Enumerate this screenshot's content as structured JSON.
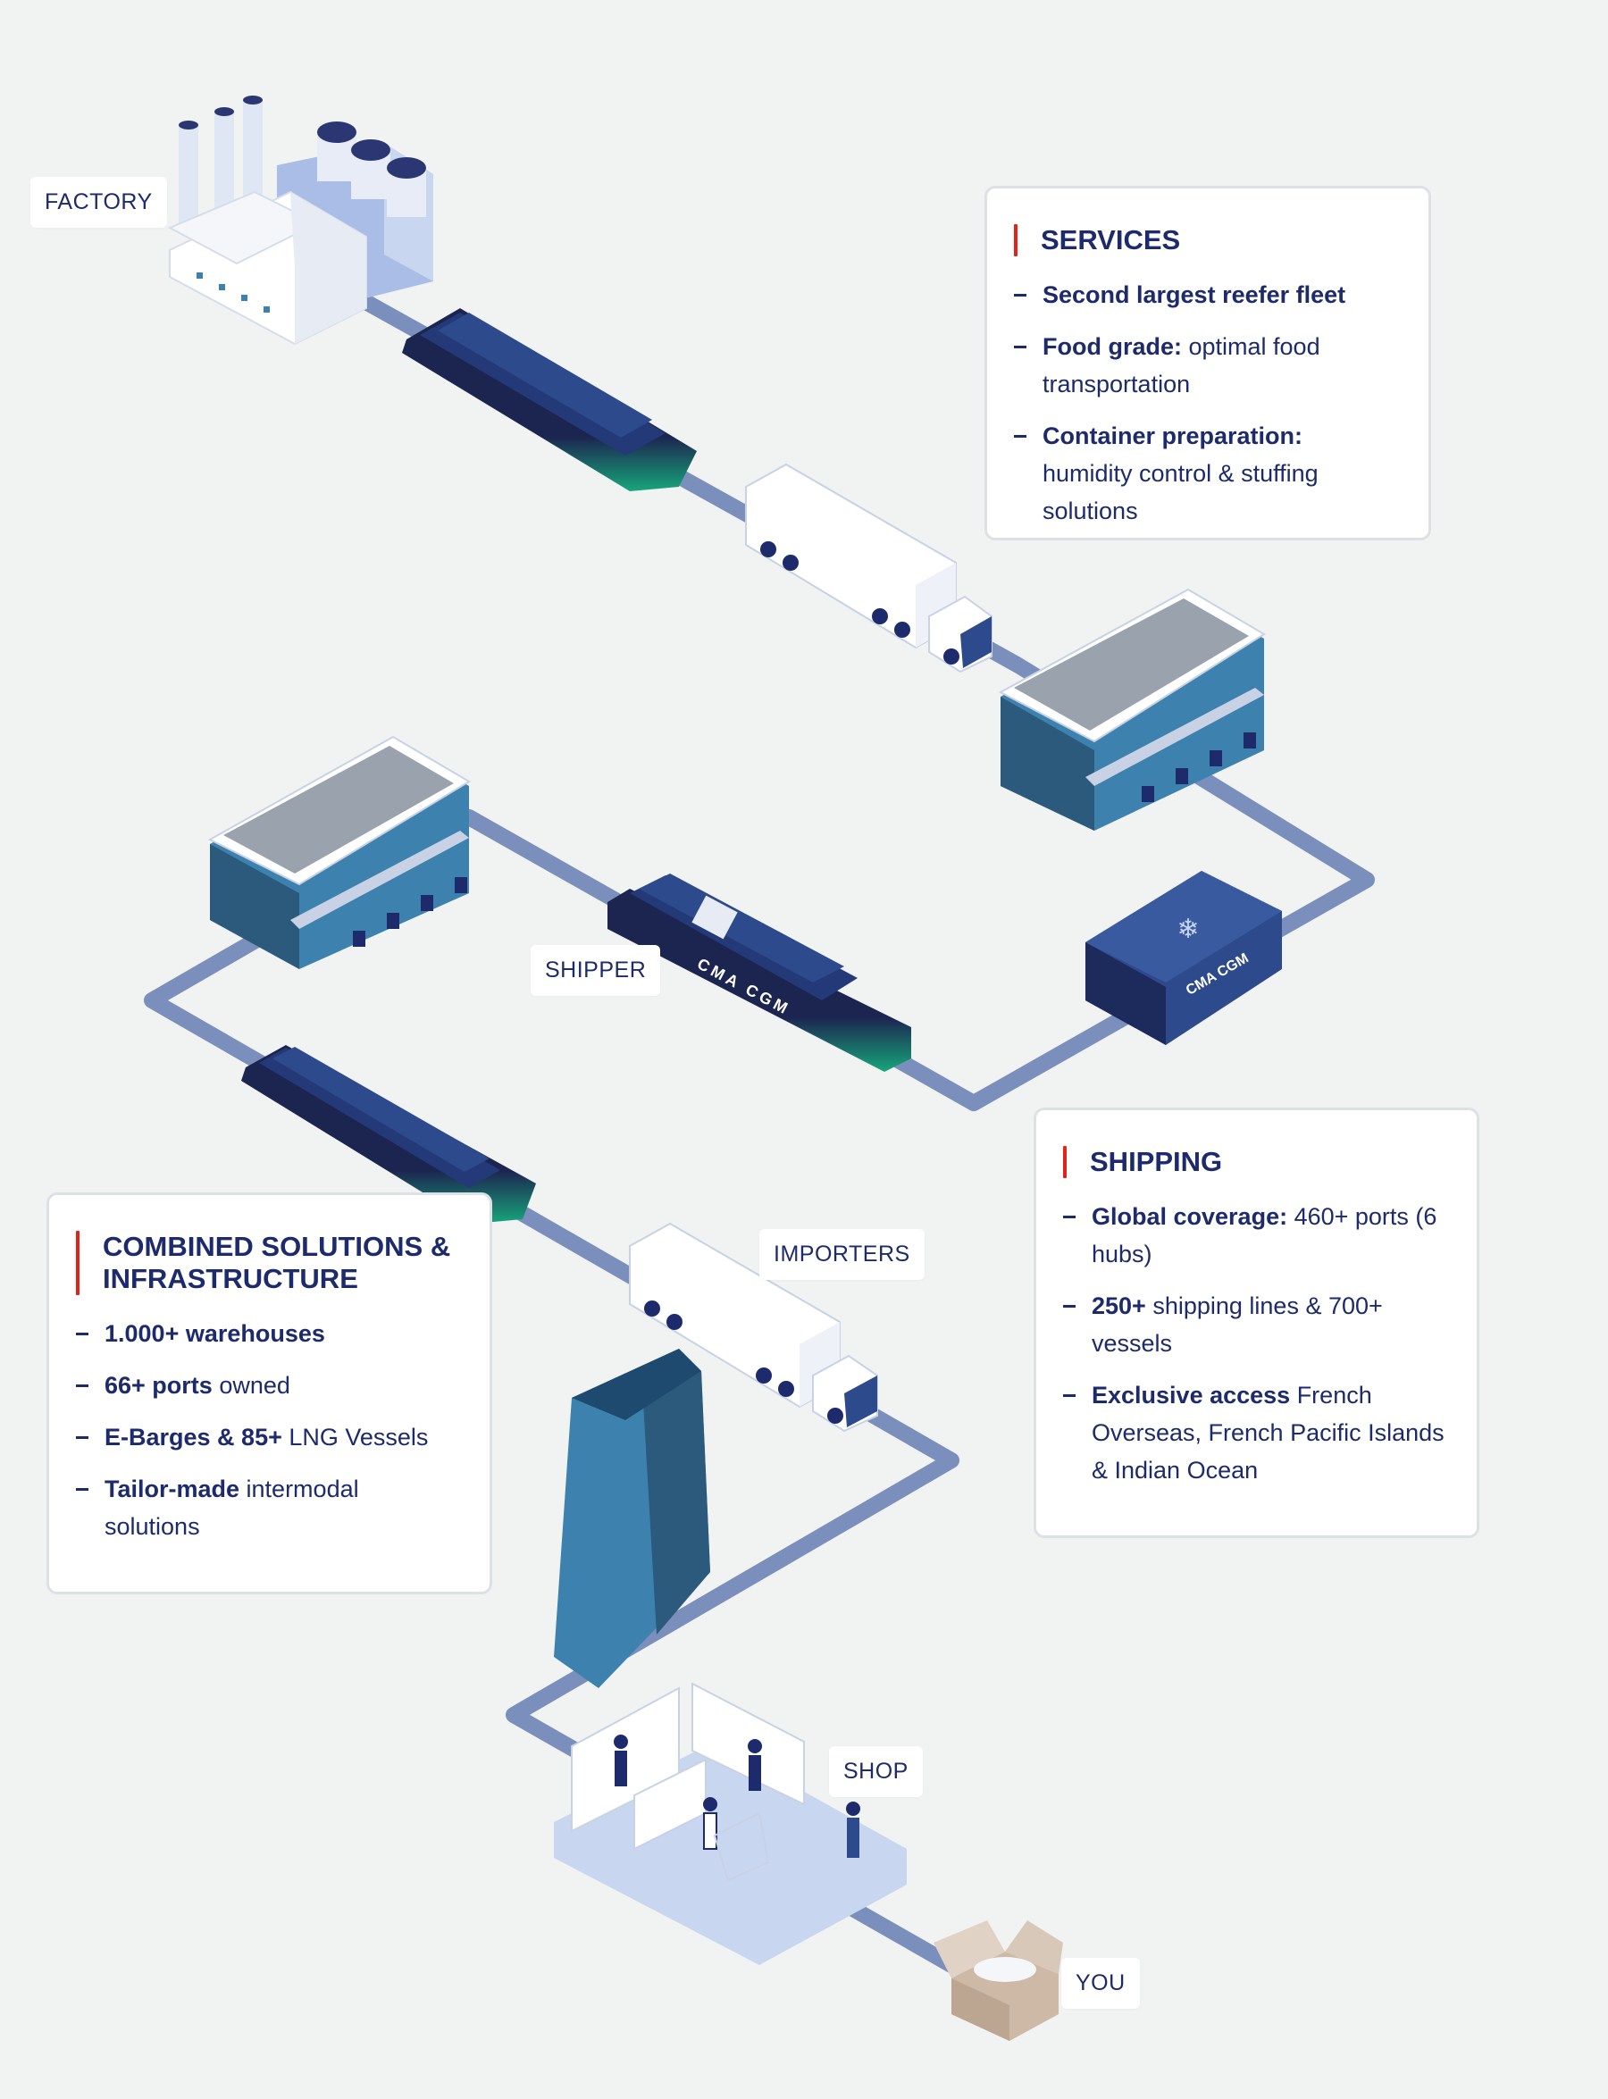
{
  "stations": {
    "factory": "FACTORY",
    "shipper": "SHIPPER",
    "importers": "IMPORTERS",
    "shop": "SHOP",
    "you": "YOU"
  },
  "container_brand": "CMA CGM",
  "ship_hull_text": "CMA CGM",
  "services": {
    "title": "SERVICES",
    "items": [
      {
        "bold": "Second largest reefer fleet",
        "text": ""
      },
      {
        "bold": "Food grade:",
        "text": " optimal food transportation"
      },
      {
        "bold": "Container preparation:",
        "text": " humidity control & stuffing solutions"
      }
    ]
  },
  "shipping": {
    "title": "SHIPPING",
    "items": [
      {
        "bold": "Global coverage:",
        "text": " 460+ ports (6 hubs)"
      },
      {
        "bold": "250+",
        "text": " shipping lines & 700+ vessels"
      },
      {
        "bold": "Exclusive access",
        "text": " French Overseas, French Pacific Islands & Indian Ocean"
      }
    ]
  },
  "combined": {
    "title_line1": "COMBINED SOLUTIONS &",
    "title_line2": "INFRASTRUCTURE",
    "items": [
      {
        "bold": "1.000+ warehouses",
        "text": ""
      },
      {
        "bold": "66+ ports",
        "text": " owned"
      },
      {
        "bold": "E-Barges & 85+",
        "text": " LNG Vessels"
      },
      {
        "bold": "Tailor-made",
        "text": " intermodal solutions"
      }
    ]
  },
  "colors": {
    "path": "#7b8fbc",
    "navy": "#1d2a6b",
    "accent_red": "#e2231a",
    "building_blue": "#3d82ae",
    "building_dark": "#2b5a7d",
    "container_dark": "#1c2a5c",
    "hull_green": "#17a67a"
  }
}
